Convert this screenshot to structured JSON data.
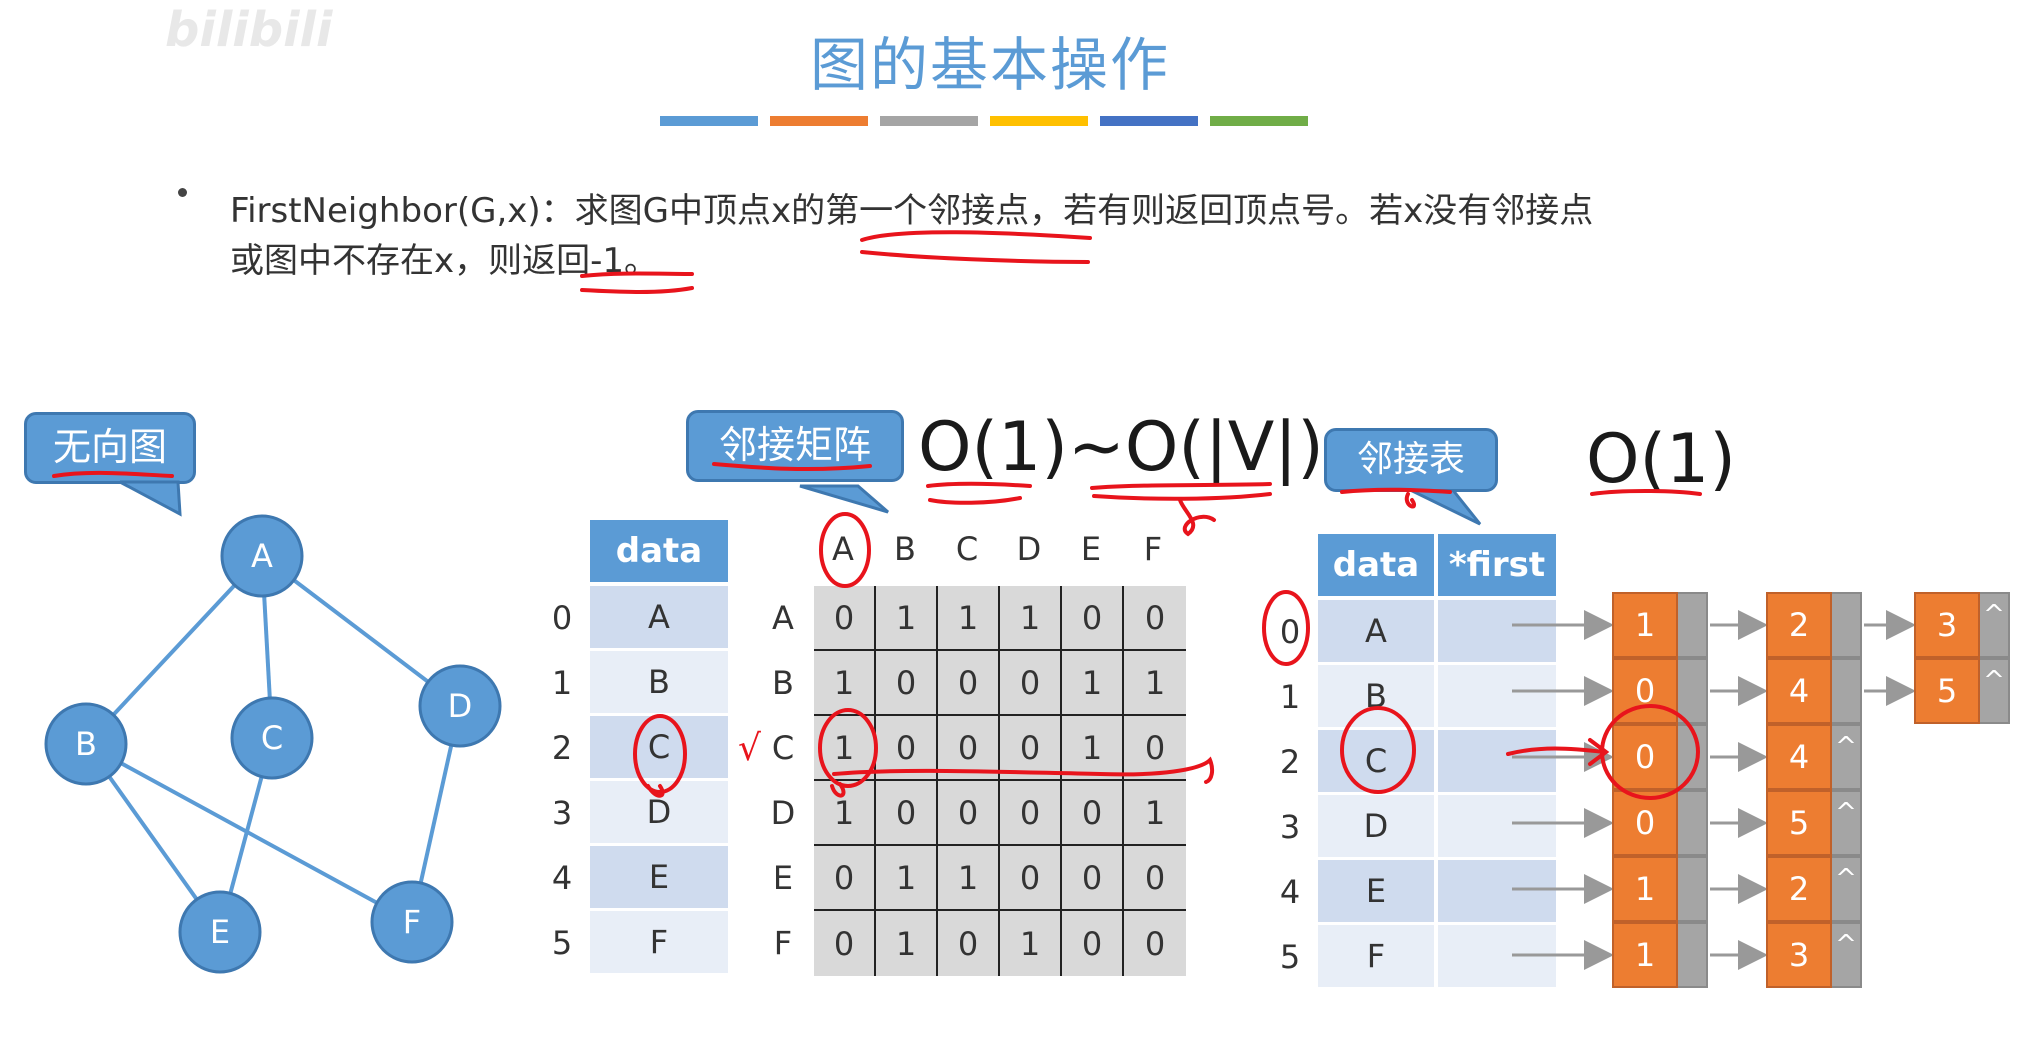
{
  "watermark": "bilibili",
  "title": "图的基本操作",
  "color_bar_colors": [
    "#5b9bd5",
    "#ed7d31",
    "#a5a5a5",
    "#ffc000",
    "#4472c4",
    "#70ad47"
  ],
  "description": {
    "line1": "FirstNeighbor(G,x)：求图G中顶点x的第一个邻接点，若有则返回顶点号。若x没有邻接点",
    "line2": "或图中不存在x，则返回-1。"
  },
  "undirected_graph": {
    "label": "无向图",
    "vertices": [
      "A",
      "B",
      "C",
      "D",
      "E",
      "F"
    ],
    "edges": [
      [
        "A",
        "B"
      ],
      [
        "A",
        "C"
      ],
      [
        "A",
        "D"
      ],
      [
        "B",
        "E"
      ],
      [
        "B",
        "F"
      ],
      [
        "C",
        "E"
      ],
      [
        "D",
        "F"
      ]
    ]
  },
  "adjacency_matrix": {
    "label": "邻接矩阵",
    "complexity": "O(1)~O(|V|)",
    "data_header": "data",
    "indices": [
      "0",
      "1",
      "2",
      "3",
      "4",
      "5"
    ],
    "data": [
      "A",
      "B",
      "C",
      "D",
      "E",
      "F"
    ],
    "col_headers": [
      "A",
      "B",
      "C",
      "D",
      "E",
      "F"
    ],
    "row_headers": [
      "A",
      "B",
      "C",
      "D",
      "E",
      "F"
    ],
    "matrix": [
      [
        "0",
        "1",
        "1",
        "1",
        "0",
        "0"
      ],
      [
        "1",
        "0",
        "0",
        "0",
        "1",
        "1"
      ],
      [
        "1",
        "0",
        "0",
        "0",
        "1",
        "0"
      ],
      [
        "1",
        "0",
        "0",
        "0",
        "0",
        "1"
      ],
      [
        "0",
        "1",
        "1",
        "0",
        "0",
        "0"
      ],
      [
        "0",
        "1",
        "0",
        "1",
        "0",
        "0"
      ]
    ]
  },
  "adjacency_list": {
    "label": "邻接表",
    "complexity": "O(1)",
    "headers": [
      "data",
      "*first"
    ],
    "indices": [
      "0",
      "1",
      "2",
      "3",
      "4",
      "5"
    ],
    "data": [
      "A",
      "B",
      "C",
      "D",
      "E",
      "F"
    ],
    "null_marker": "^",
    "lists": [
      [
        "1",
        "2",
        "3"
      ],
      [
        "0",
        "4",
        "5"
      ],
      [
        "0",
        "4"
      ],
      [
        "0",
        "5"
      ],
      [
        "1",
        "2"
      ],
      [
        "1",
        "3"
      ]
    ]
  },
  "annotation_marks": {
    "check": "√"
  }
}
